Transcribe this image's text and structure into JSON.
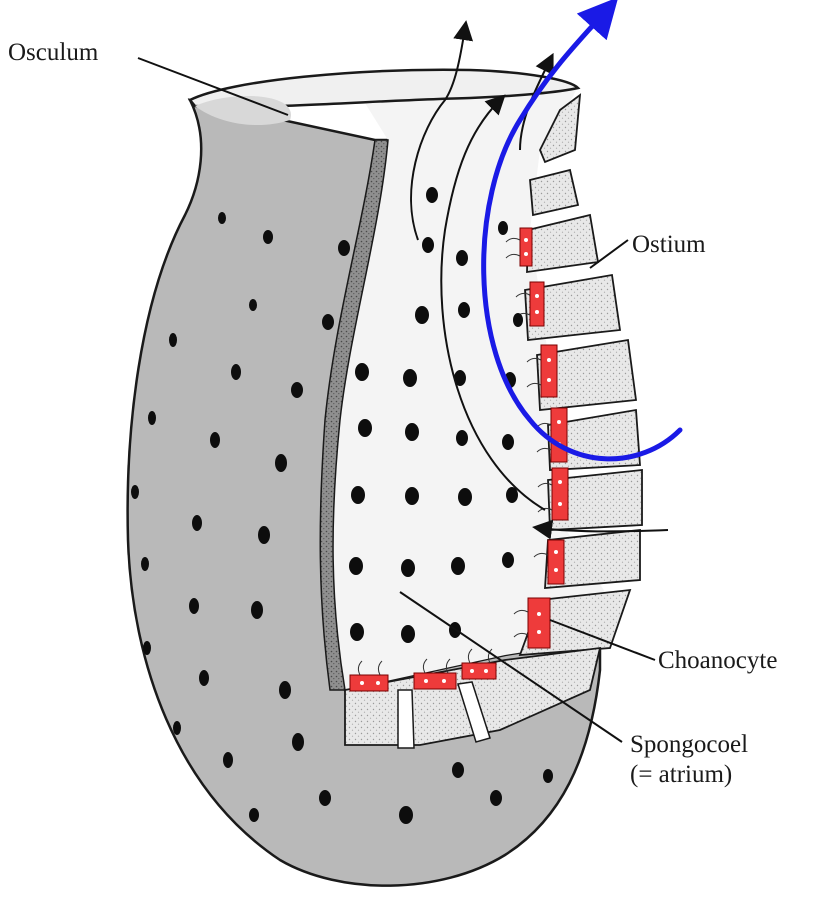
{
  "labels": {
    "osculum": "Osculum",
    "ostium": "Ostium",
    "choanocyte": "Choanocyte",
    "spongocoel_line1": "Spongocoel",
    "spongocoel_line2": "(= atrium)"
  },
  "colors": {
    "body_wall": "#b9b9b9",
    "cavity": "#f4f4f4",
    "choanocyte": "#ee3b3b",
    "flow_arrow": "#1a1ae6",
    "ink": "#111111"
  }
}
